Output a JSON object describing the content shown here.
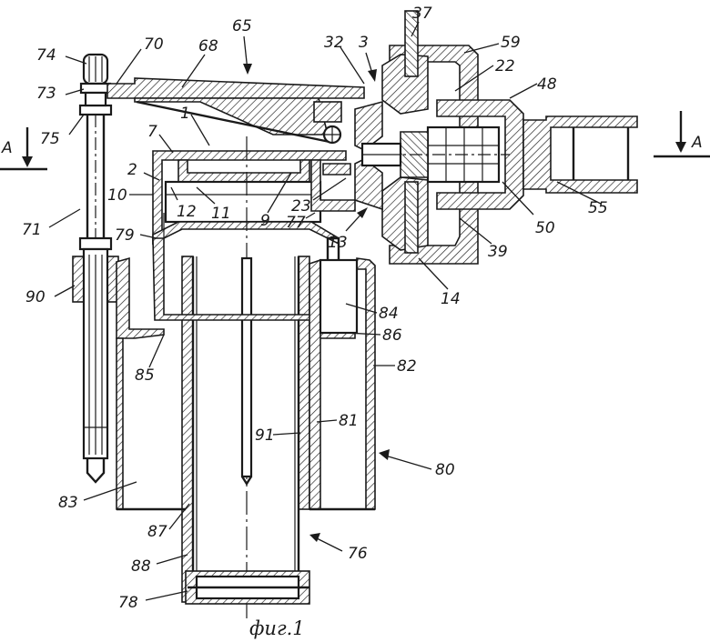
{
  "figure": {
    "caption": "фиг.1",
    "section_mark": "A",
    "labels": {
      "l74": "74",
      "l70": "70",
      "l68": "68",
      "l65": "65",
      "l32": "32",
      "l3": "3",
      "l37": "37",
      "l59": "59",
      "l22": "22",
      "l48": "48",
      "l73": "73",
      "l1": "1",
      "l7": "7",
      "l75": "75",
      "l2": "2",
      "l10": "10",
      "l12": "12",
      "l11": "11",
      "l9": "9",
      "l23": "23",
      "l77": "77",
      "l13": "13",
      "l50": "50",
      "l55": "55",
      "l39": "39",
      "l71": "71",
      "l79": "79",
      "l90": "90",
      "l14": "14",
      "l84": "84",
      "l86": "86",
      "l85": "85",
      "l82": "82",
      "l91": "91",
      "l81": "81",
      "l80": "80",
      "l83": "83",
      "l87": "87",
      "l88": "88",
      "l76": "76",
      "l78": "78"
    }
  }
}
